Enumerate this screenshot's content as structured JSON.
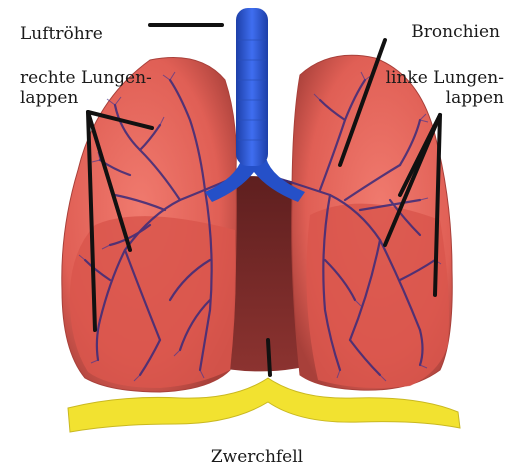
{
  "diagram": {
    "labels": {
      "trachea": "Luftröhre",
      "right_lobes_line1": "rechte Lungen-",
      "right_lobes_line2": "lappen",
      "bronchi": "Bronchien",
      "left_lobes_line1": "linke Lungen-",
      "left_lobes_line2": "lappen",
      "diaphragm": "Zwerchfell"
    },
    "colors": {
      "lung": "#e8685e",
      "lung_dark": "#b9443e",
      "lung_shadow": "#7a2c2a",
      "airway": "#2550c8",
      "vessels": "#3a2a7a",
      "diaphragm": "#f2e230",
      "pointer": "#111111"
    }
  }
}
